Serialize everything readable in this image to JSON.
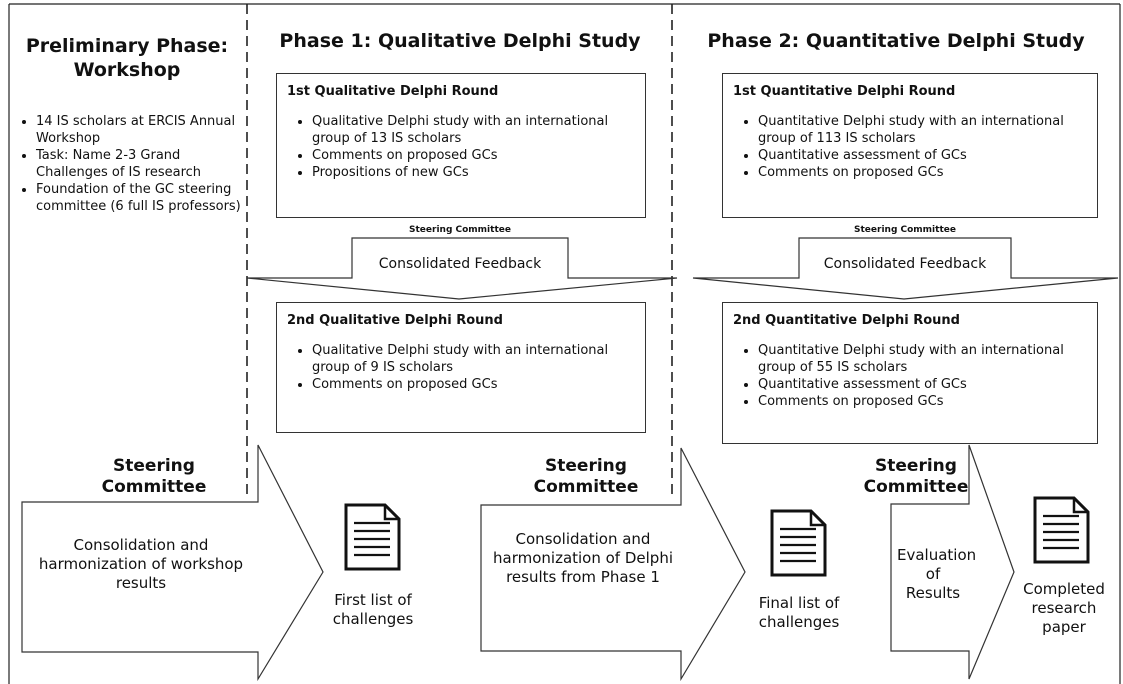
{
  "preliminary": {
    "title": "Preliminary Phase: Workshop",
    "bullets": [
      "14 IS scholars at ERCIS Annual Workshop",
      "Task: Name 2-3 Grand Challenges of IS research",
      "Foundation of the GC steering committee (6 full IS professors)"
    ]
  },
  "phase1": {
    "title": "Phase 1: Qualitative Delphi Study",
    "round1": {
      "title": "1st Qualitative Delphi Round",
      "bullets": [
        "Qualitative Delphi study with an international group of 13 IS scholars",
        "Comments on proposed GCs",
        "Propositions of new GCs"
      ]
    },
    "steering_label": "Steering Committee",
    "feedback_label": "Consolidated Feedback",
    "round2": {
      "title": "2nd Qualitative Delphi Round",
      "bullets": [
        "Qualitative Delphi study with an international group of 9 IS scholars",
        "Comments on proposed GCs"
      ]
    }
  },
  "phase2": {
    "title": "Phase 2: Quantitative Delphi Study",
    "round1": {
      "title": "1st Quantitative Delphi Round",
      "bullets": [
        "Quantitative Delphi study with an international group of 113 IS scholars",
        "Quantitative assessment of GCs",
        "Comments on proposed GCs"
      ]
    },
    "steering_label": "Steering Committee",
    "feedback_label": "Consolidated Feedback",
    "round2": {
      "title": "2nd Quantitative Delphi Round",
      "bullets": [
        "Quantitative Delphi study with an international group of 55 IS scholars",
        "Quantitative assessment of GCs",
        "Comments on proposed GCs"
      ]
    }
  },
  "bottom": {
    "steering_1": "Steering Committee",
    "arrow_1": "Consolidation and harmonization of workshop results",
    "doc_1": "First list of challenges",
    "steering_2": "Steering Committee",
    "arrow_2": "Consolidation and harmonization of Delphi results from Phase 1",
    "doc_2": "Final list of challenges",
    "steering_3": "Steering Committee",
    "arrow_3": "Evaluation of Results",
    "doc_3": "Completed research paper"
  }
}
